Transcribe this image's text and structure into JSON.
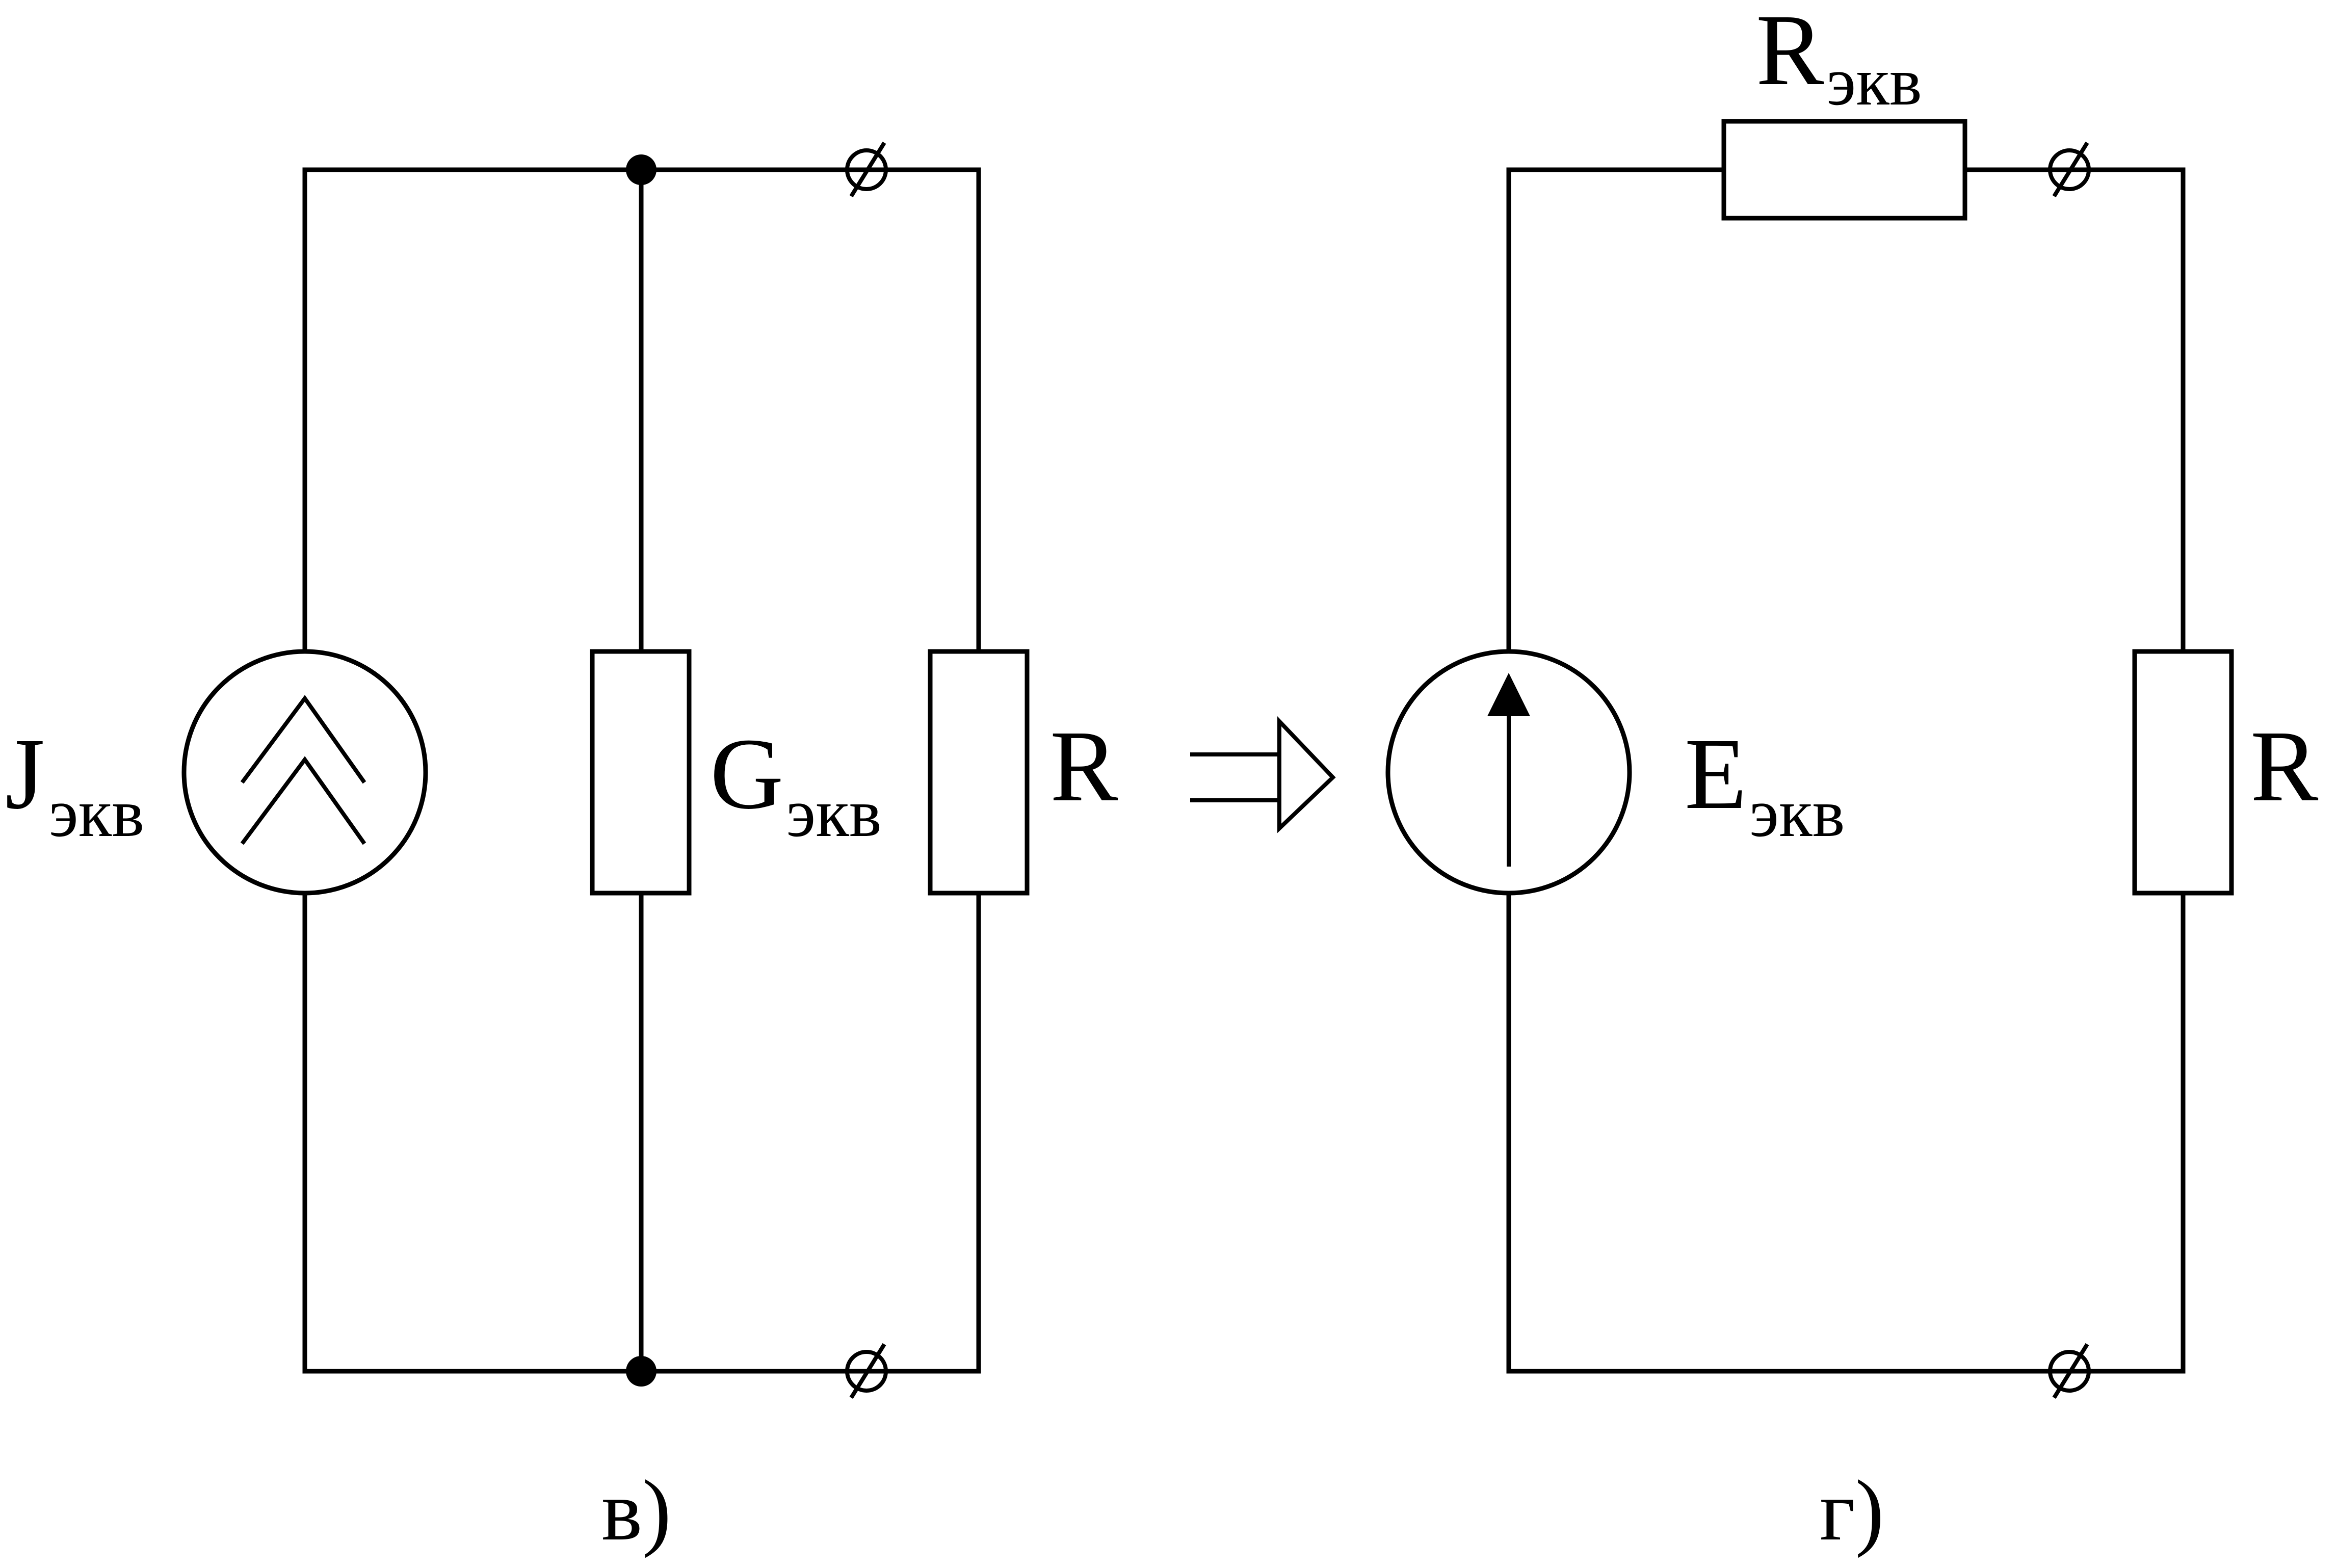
{
  "left_circuit": {
    "source_label": "J",
    "source_sub": "экв",
    "conductance_label": "G",
    "conductance_sub": "экв",
    "load_label": "R",
    "caption": "в)"
  },
  "right_circuit": {
    "source_label": "E",
    "source_sub": "экв",
    "series_resistor_label": "R",
    "series_resistor_sub": "экв",
    "load_label": "R",
    "caption": "г)"
  }
}
